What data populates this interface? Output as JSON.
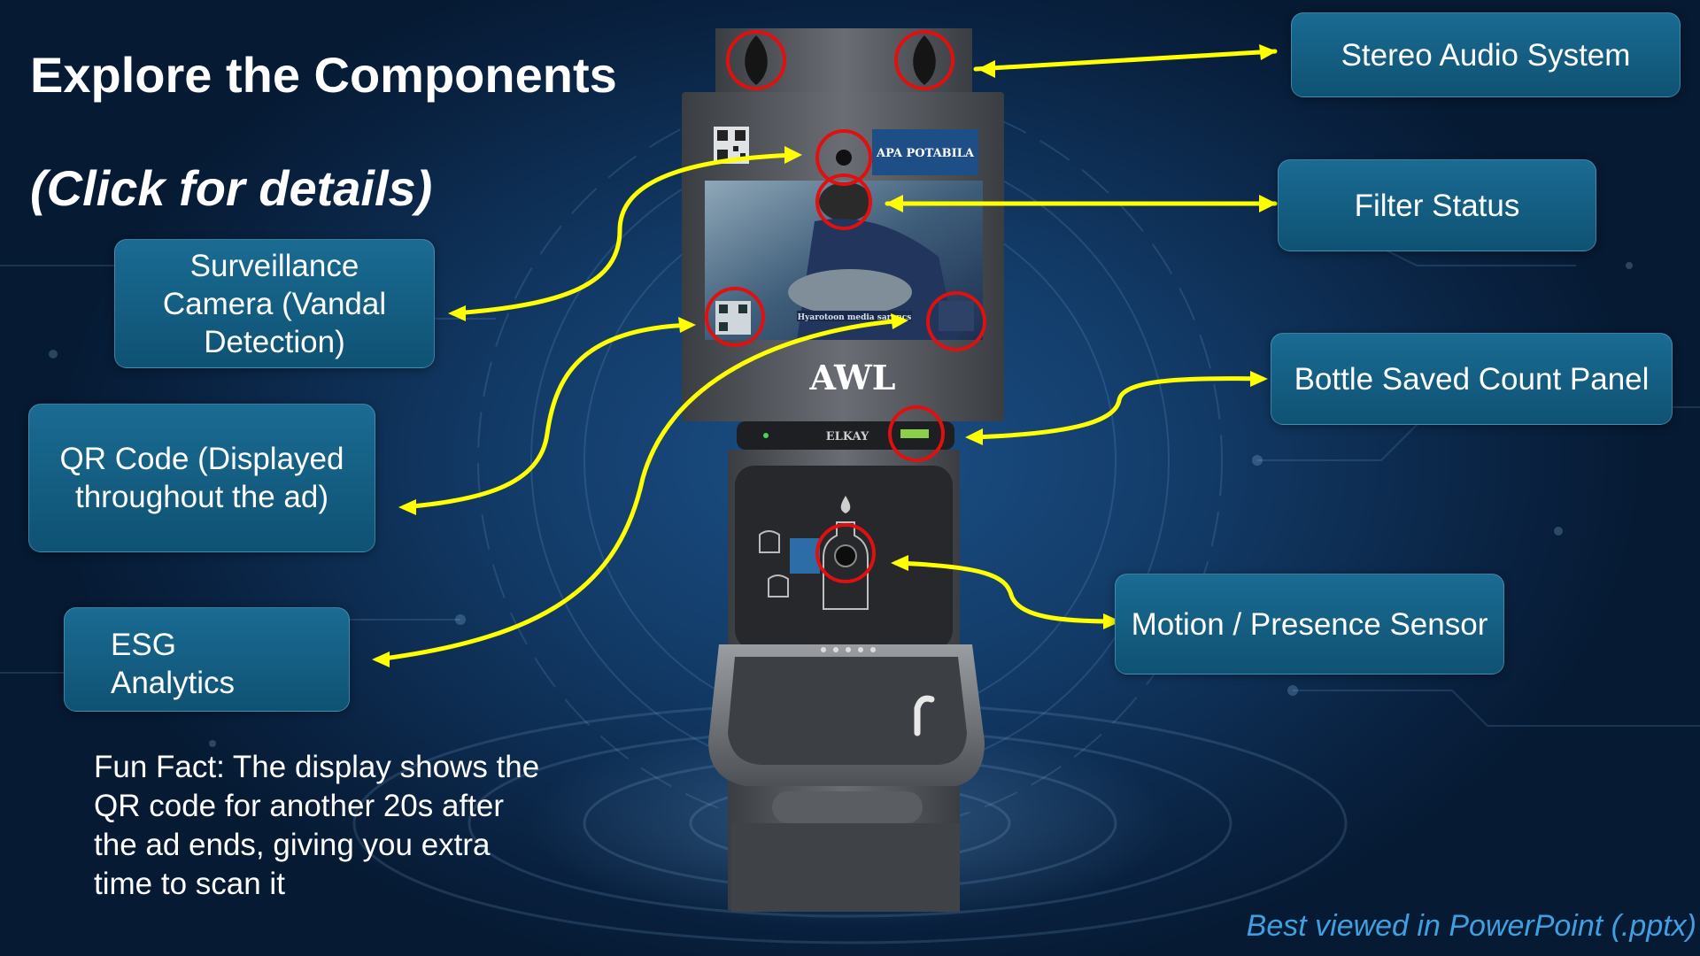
{
  "title": "Explore the Components",
  "subtitle": "(Click for details)",
  "buttons": {
    "surveillance_lines": [
      "Surveillance",
      "Camera (Vandal",
      "Detection)"
    ],
    "qr_lines": [
      "QR Code (Displayed",
      "throughout the ad)"
    ],
    "esg_lines": [
      "ESG",
      "Analytics"
    ],
    "stereo": "Stereo Audio System",
    "filter": "Filter Status",
    "bottle": "Bottle Saved Count Panel",
    "motion": "Motion / Presence Sensor"
  },
  "fun_fact_lines": [
    "Fun Fact: The display shows the",
    "QR code for another 20s after",
    "the ad ends, giving you extra",
    "time to scan it"
  ],
  "footer_note": "Best viewed in PowerPoint (.pptx)",
  "station": {
    "brand": "AWL",
    "sign_text": "APA POTABILA",
    "panel_brand": "ELKAY",
    "screen_caption": "Hyarotoon media sarancs"
  },
  "colors": {
    "arrow": "#ffff00",
    "highlight_circle": "#e01010",
    "button_fill": "#146289",
    "footer_note": "#3f9fe0"
  }
}
